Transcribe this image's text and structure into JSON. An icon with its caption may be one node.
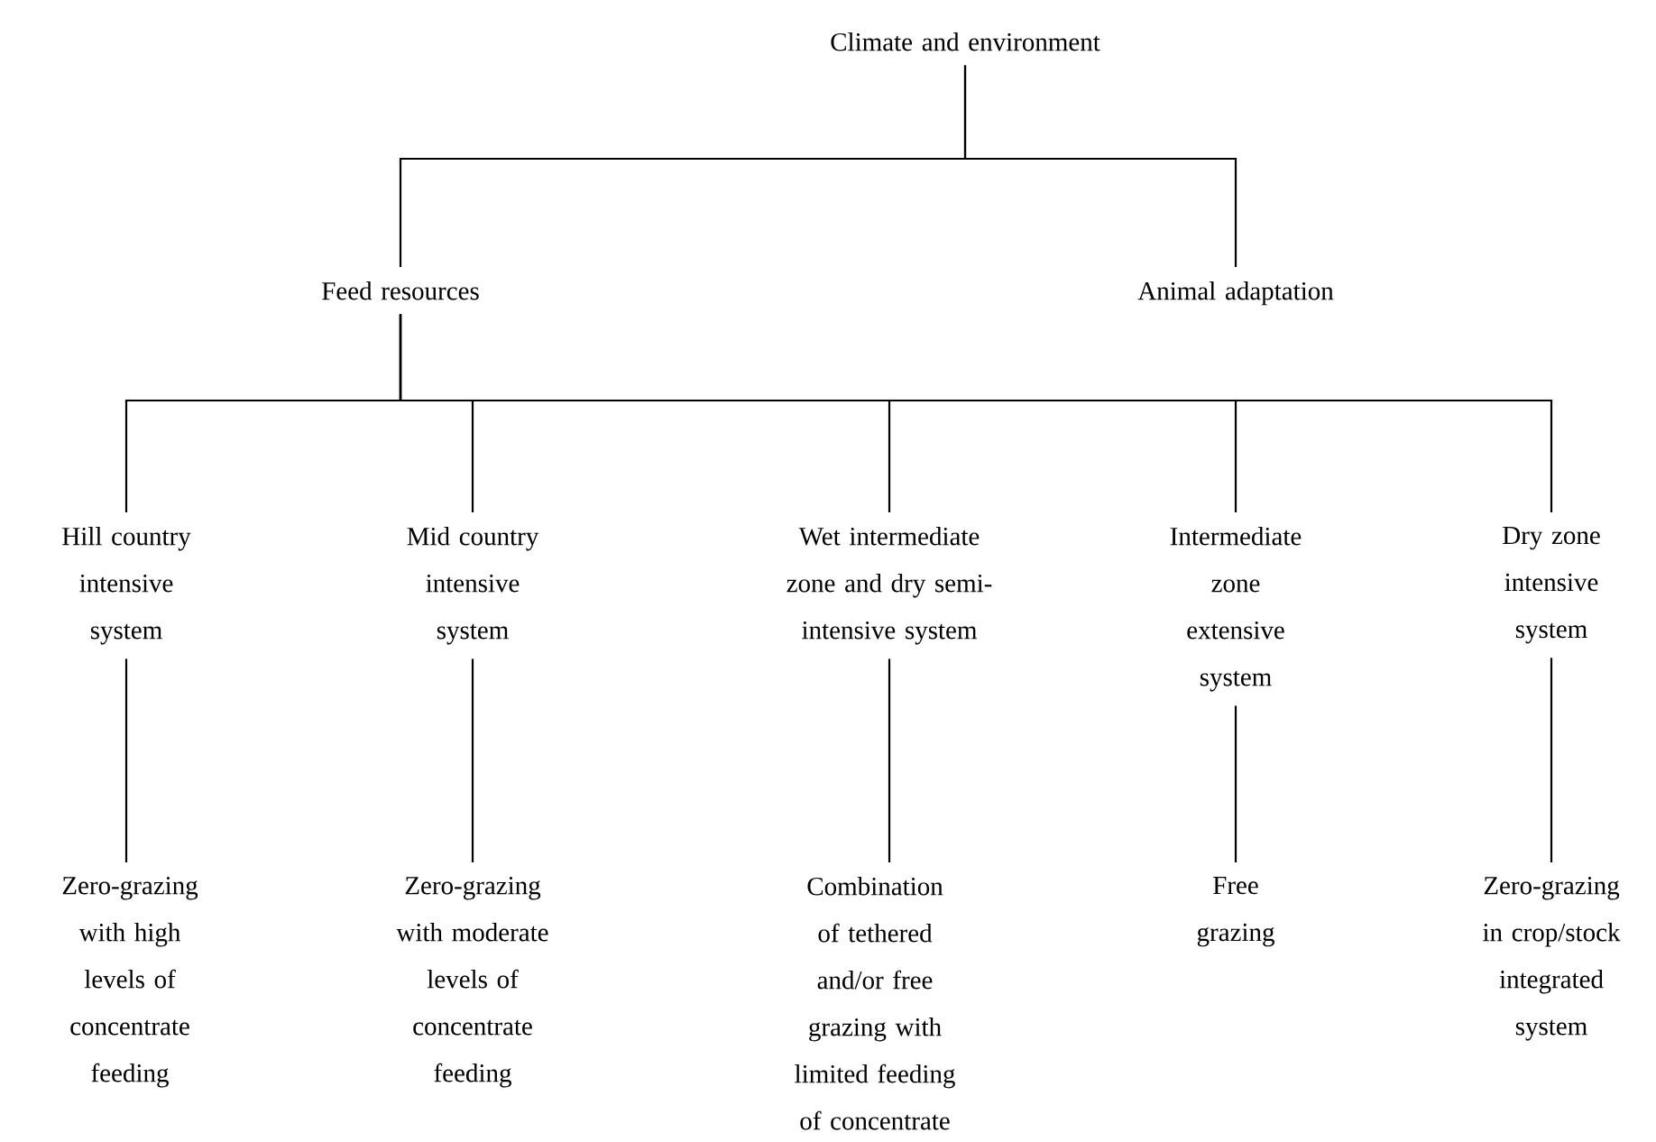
{
  "diagram": {
    "nodes": [
      {
        "text": [
          "Climate and environment"
        ]
      },
      {
        "text": [
          "Feed resources"
        ]
      },
      {
        "text": [
          "Animal adaptation"
        ]
      },
      {
        "text": [
          "Hill country intensive system"
        ]
      },
      {
        "text": [
          "Mid country intensive system"
        ]
      },
      {
        "text": [
          "Wet intermediate zone and dry semi-intensive system"
        ]
      },
      {
        "text": [
          "Intermediate zone extensive system"
        ]
      },
      {
        "text": [
          "Dry zone intensive system"
        ]
      },
      {
        "text": [
          "Zero-grazing with high levels of concentrate feeding"
        ]
      },
      {
        "text": [
          "Zero-grazing with moderate levels of concentrate feeding"
        ]
      },
      {
        "text": [
          "Combination of tethered and/or free grazing with limited feeding of concentrate"
        ]
      },
      {
        "text": [
          "Free grazing"
        ]
      },
      {
        "text": [
          "Zero-grazing in crop/stock integrated system"
        ]
      }
    ],
    "edges": [
      {
        "from": 0,
        "to": 1,
        "arrow": "none"
      },
      {
        "from": 0,
        "to": 2,
        "arrow": "none"
      },
      {
        "from": 1,
        "to": 3,
        "arrow": "none"
      },
      {
        "from": 1,
        "to": 4,
        "arrow": "none"
      },
      {
        "from": 1,
        "to": 5,
        "arrow": "none"
      },
      {
        "from": 1,
        "to": 6,
        "arrow": "none"
      },
      {
        "from": 1,
        "to": 7,
        "arrow": "none"
      },
      {
        "from": 3,
        "to": 8,
        "arrow": "none"
      },
      {
        "from": 4,
        "to": 9,
        "arrow": "none"
      },
      {
        "from": 5,
        "to": 10,
        "arrow": "none"
      },
      {
        "from": 6,
        "to": 11,
        "arrow": "none"
      },
      {
        "from": 7,
        "to": 12,
        "arrow": "none"
      }
    ]
  }
}
